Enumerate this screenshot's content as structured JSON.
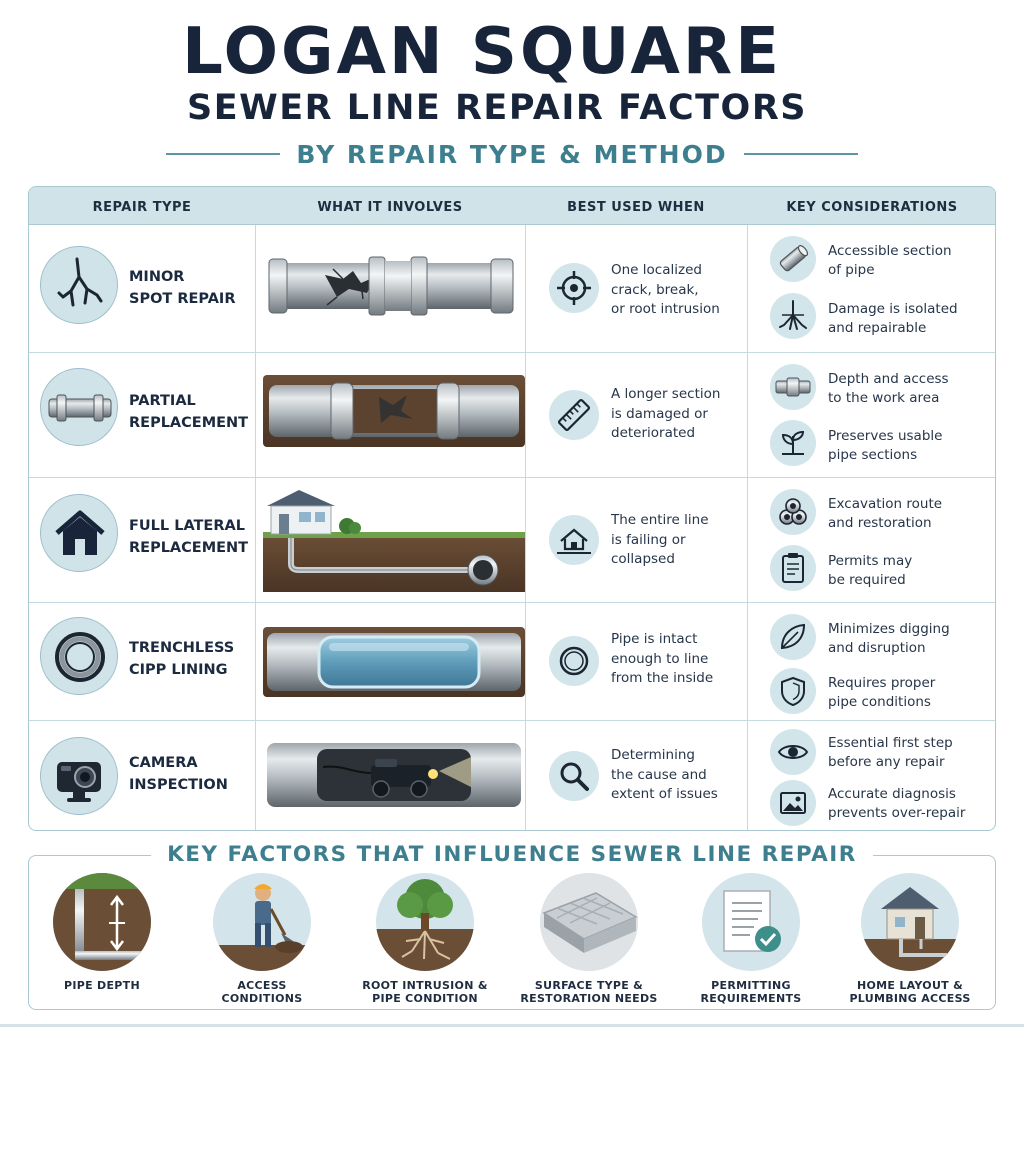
{
  "header": {
    "title": "LOGAN SQUARE",
    "subtitle": "SEWER LINE REPAIR FACTORS",
    "tagline": "BY REPAIR TYPE & METHOD"
  },
  "table": {
    "columns": [
      "REPAIR TYPE",
      "WHAT IT INVOLVES",
      "BEST USED WHEN",
      "KEY CONSIDERATIONS"
    ],
    "rows": [
      {
        "type_line1": "MINOR",
        "type_line2": "SPOT REPAIR",
        "icon": "crack-icon",
        "best_when": [
          "One localized",
          "crack, break,",
          "or root intrusion"
        ],
        "best_icon": "target-icon",
        "considerations": [
          {
            "icon": "pipe-segment-icon",
            "line1": "Accessible section",
            "line2": "of pipe"
          },
          {
            "icon": "roots-icon",
            "line1": "Damage is isolated",
            "line2": "and repairable"
          }
        ]
      },
      {
        "type_line1": "PARTIAL",
        "type_line2": "REPLACEMENT",
        "icon": "pipe-coupling-icon",
        "best_when": [
          "A longer section",
          "is damaged or",
          "deteriorated"
        ],
        "best_icon": "ruler-icon",
        "considerations": [
          {
            "icon": "pipe-joint-icon",
            "line1": "Depth and access",
            "line2": "to the work area"
          },
          {
            "icon": "plant-icon",
            "line1": "Preserves usable",
            "line2": "pipe sections"
          }
        ]
      },
      {
        "type_line1": "FULL LATERAL",
        "type_line2": "REPLACEMENT",
        "icon": "house-icon",
        "best_when": [
          "The entire line",
          "is failing or",
          "collapsed"
        ],
        "best_icon": "house-line-icon",
        "considerations": [
          {
            "icon": "pipe-stack-icon",
            "line1": "Excavation route",
            "line2": "and restoration"
          },
          {
            "icon": "clipboard-icon",
            "line1": "Permits may",
            "line2": "be required"
          }
        ]
      },
      {
        "type_line1": "TRENCHLESS",
        "type_line2": "CIPP LINING",
        "icon": "ring-icon",
        "best_when": [
          "Pipe is intact",
          "enough to line",
          "from the inside"
        ],
        "best_icon": "ring-icon",
        "considerations": [
          {
            "icon": "leaf-icon",
            "line1": "Minimizes digging",
            "line2": "and disruption"
          },
          {
            "icon": "shield-icon",
            "line1": "Requires proper",
            "line2": "pipe conditions"
          }
        ]
      },
      {
        "type_line1": "CAMERA",
        "type_line2": "INSPECTION",
        "icon": "camera-icon",
        "best_when": [
          "Determining",
          "the cause and",
          "extent of issues"
        ],
        "best_icon": "magnifier-icon",
        "considerations": [
          {
            "icon": "eye-icon",
            "line1": "Essential first step",
            "line2": "before any repair"
          },
          {
            "icon": "image-icon",
            "line1": "Accurate diagnosis",
            "line2": "prevents over-repair"
          }
        ]
      }
    ]
  },
  "factors": {
    "title": "KEY FACTORS THAT INFLUENCE SEWER LINE REPAIR",
    "items": [
      {
        "line1": "PIPE DEPTH",
        "line2": "",
        "icon": "pipe-depth-icon"
      },
      {
        "line1": "ACCESS",
        "line2": "CONDITIONS",
        "icon": "digging-worker-icon"
      },
      {
        "line1": "ROOT INTRUSION &",
        "line2": "PIPE CONDITION",
        "icon": "tree-roots-icon"
      },
      {
        "line1": "SURFACE TYPE &",
        "line2": "RESTORATION NEEDS",
        "icon": "pavers-icon"
      },
      {
        "line1": "PERMITTING",
        "line2": "REQUIREMENTS",
        "icon": "permit-document-icon"
      },
      {
        "line1": "HOME LAYOUT &",
        "line2": "PLUMBING ACCESS",
        "icon": "home-plumbing-icon"
      }
    ]
  },
  "colors": {
    "navy": "#17243a",
    "teal": "#3e7f8f",
    "header_bg": "#cfe3e9",
    "icon_bg": "#d2e5ea",
    "border": "#a9c9d3"
  }
}
